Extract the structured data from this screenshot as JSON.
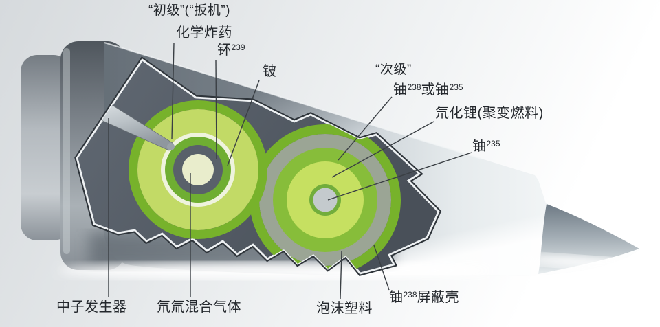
{
  "diagram": {
    "labels": {
      "primary_heading": {
        "text": "“初级”(“扳机”)"
      },
      "chemical_explosive": {
        "text": "化学炸药"
      },
      "plutonium": {
        "element": "钚",
        "isotope": "239"
      },
      "beryllium": {
        "text": "铍"
      },
      "secondary_heading": {
        "text": "“次级”"
      },
      "tamper": {
        "element1": "铀",
        "isotope1": "238",
        "element2": "或铀",
        "isotope2": "235"
      },
      "fusion_fuel": {
        "text": "氘化锂(聚变燃料)"
      },
      "sparkplug": {
        "element": "铀",
        "isotope": "235"
      },
      "neutron_generator": {
        "text": "中子发生器"
      },
      "dt_gas": {
        "text": "氘氚混合气体"
      },
      "foam": {
        "text": "泡沫塑料"
      },
      "shield": {
        "element": "铀",
        "isotope": "238",
        "suffix": "屏蔽壳"
      }
    },
    "colors": {
      "casing_silver": "#c3cbd1",
      "casing_shadow": "#79828b",
      "chamber_slate": "#596069",
      "band_green": "#77b22b",
      "explosive_chartreuse": "#c2da66",
      "tamper_green": "#87bd3a",
      "foam_sage": "#9ba595",
      "ring_white": "#eff3de",
      "beryllium_green": "#6fae32",
      "plutonium_slate": "#59616a",
      "dt_gas_cream": "#e9edcc",
      "sparkplug_gray": "#c4cacd",
      "label_ink": "#23272c"
    }
  }
}
